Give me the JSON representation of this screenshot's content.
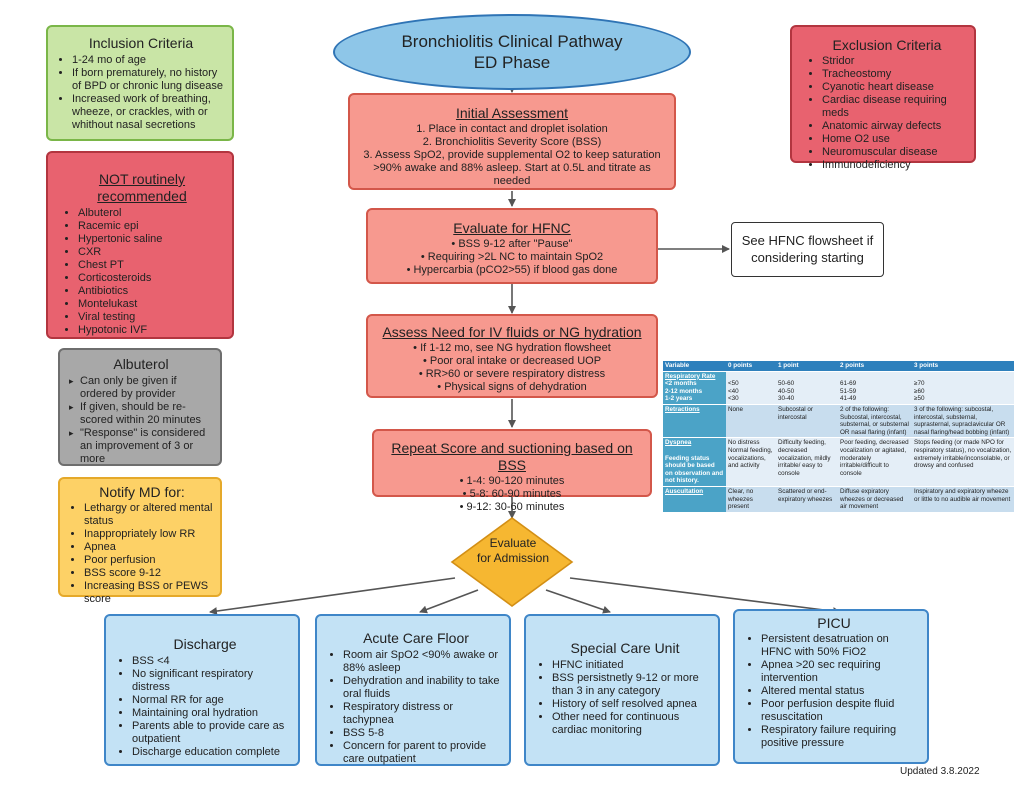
{
  "title": {
    "line1": "Bronchiolitis Clinical Pathway",
    "line2": "ED Phase"
  },
  "inclusion": {
    "title": "Inclusion Criteria",
    "items": [
      "1-24 mo of age",
      "If born prematurely, no history of BPD or chronic lung disease",
      "Increased work of breathing, wheeze, or crackles, with or whithout nasal secretions"
    ]
  },
  "not_recommended": {
    "title": "NOT routinely recommended",
    "items": [
      "Albuterol",
      "Racemic epi",
      "Hypertonic saline",
      "CXR",
      "Chest PT",
      "Corticosteroids",
      "Antibiotics",
      "Montelukast",
      "Viral testing",
      "Hypotonic IVF"
    ]
  },
  "albuterol": {
    "title": "Albuterol",
    "items": [
      "Can only be given if ordered by provider",
      "If given, should be re-scored within 20 minutes",
      "\"Response\" is considered an improvement of 3 or more"
    ]
  },
  "notify": {
    "title": "Notify MD for:",
    "items": [
      "Lethargy or altered mental status",
      "Inappropriately low RR",
      "Apnea",
      "Poor perfusion",
      "BSS score 9-12",
      "Increasing BSS or PEWS score"
    ]
  },
  "exclusion": {
    "title": "Exclusion Criteria",
    "items": [
      "Stridor",
      "Tracheostomy",
      "Cyanotic heart disease",
      "Cardiac disease requiring meds",
      "Anatomic airway defects",
      "Home O2 use",
      "Neuromuscular disease",
      "Immunodeficiency"
    ]
  },
  "initial": {
    "title": "Initial Assessment",
    "lines": [
      "1. Place in contact and droplet isolation",
      "2. Bronchiolitis Severity Score (BSS)",
      "3. Assess SpO2, provide supplemental O2 to keep saturation >90% awake and 88% asleep. Start at 0.5L and titrate as needed"
    ]
  },
  "hfnc": {
    "title": "Evaluate for HFNC",
    "items": [
      "BSS 9-12 after \"Pause\"",
      "Requiring >2L NC to maintain SpO2",
      "Hypercarbia (pCO2>55) if blood gas done"
    ]
  },
  "hfnc_note": {
    "text": "See HFNC flowsheet if considering starting"
  },
  "iv": {
    "title": "Assess Need for IV fluids or NG hydration",
    "items": [
      "If 1-12 mo, see NG hydration flowsheet",
      "Poor oral intake or decreased UOP",
      "RR>60 or severe respiratory distress",
      "Physical signs of dehydration"
    ]
  },
  "repeat": {
    "title": "Repeat Score and suctioning based on BSS",
    "items": [
      "1-4: 90-120 minutes",
      "5-8: 60-90 minutes",
      "9-12: 30-60 minutes"
    ]
  },
  "decision": {
    "line1": "Evaluate",
    "line2": "for Admission"
  },
  "discharge": {
    "title": "Discharge",
    "items": [
      "BSS <4",
      "No significant respiratory distress",
      "Normal RR for age",
      "Maintaining oral hydration",
      "Parents able to provide care as outpatient",
      "Discharge education complete"
    ]
  },
  "acute": {
    "title": "Acute Care Floor",
    "items": [
      "Room air SpO2 <90% awake or 88% asleep",
      "Dehydration and inability to take oral fluids",
      "Respiratory distress or tachypnea",
      "BSS 5-8",
      "Concern for parent to provide care outpatient"
    ]
  },
  "special": {
    "title": "Special Care Unit",
    "items": [
      "HFNC initiated",
      "BSS persistnetly 9-12 or more than 3 in any category",
      "History of self resolved apnea",
      "Other need for continuous cardiac monitoring"
    ]
  },
  "picu": {
    "title": "PICU",
    "items": [
      "Persistent desatruation on HFNC with 50% FiO2",
      "Apnea >20 sec requiring intervention",
      "Altered mental status",
      "Poor perfusion despite fluid resuscitation",
      "Respiratory failure requiring positive pressure"
    ]
  },
  "bss_table": {
    "headers": [
      "Variable",
      "0 points",
      "1 point",
      "2 points",
      "3 points"
    ],
    "rr_label": "Respiratory Rate",
    "rr_rows": [
      {
        "label": "<2 months",
        "values": [
          "<50",
          "50-60",
          "61-69",
          "≥70"
        ]
      },
      {
        "label": "2-12 months",
        "values": [
          "<40",
          "40-50",
          "51-59",
          "≥60"
        ]
      },
      {
        "label": "1-2 years",
        "values": [
          "<30",
          "30-40",
          "41-49",
          "≥50"
        ]
      }
    ],
    "retractions": {
      "label": "Retractions",
      "values": [
        "None",
        "Subcostal or intercostal",
        "2 of the following: Subcostal, intercostal, substernal, or substernal OR nasal flaring (infant)",
        "3 of the following: subcostal, intercostal, substernal, suprasternal, supraclavicular OR nasal flaring/head bobbing (infant)"
      ]
    },
    "dyspnea": {
      "label": "Dyspnea",
      "sublabel1": "Feeding status",
      "sublabel2": "should be based on observation and not history.",
      "values": [
        "No distress Normal feeding, vocalizations, and activity",
        "Difficulty feeding, decreased vocalization, mildly irritable/ easy to console",
        "Poor feeding, decreased vocalization or agitated, moderately irritable/difficult to console",
        "Stops feeding (or made NPO for respiratory status), no vocalization, extremely irritable/inconsolable, or drowsy and confused"
      ]
    },
    "auscultation": {
      "label": "Auscultation",
      "values": [
        "Clear, no wheezes present",
        "Scattered or end-expiratory wheezes",
        "Diffuse expiratory wheezes or decreased air movement",
        "Inspiratory and expiratory wheeze or little to no audible air movement"
      ]
    }
  },
  "footer": "Updated 3.8.2022"
}
